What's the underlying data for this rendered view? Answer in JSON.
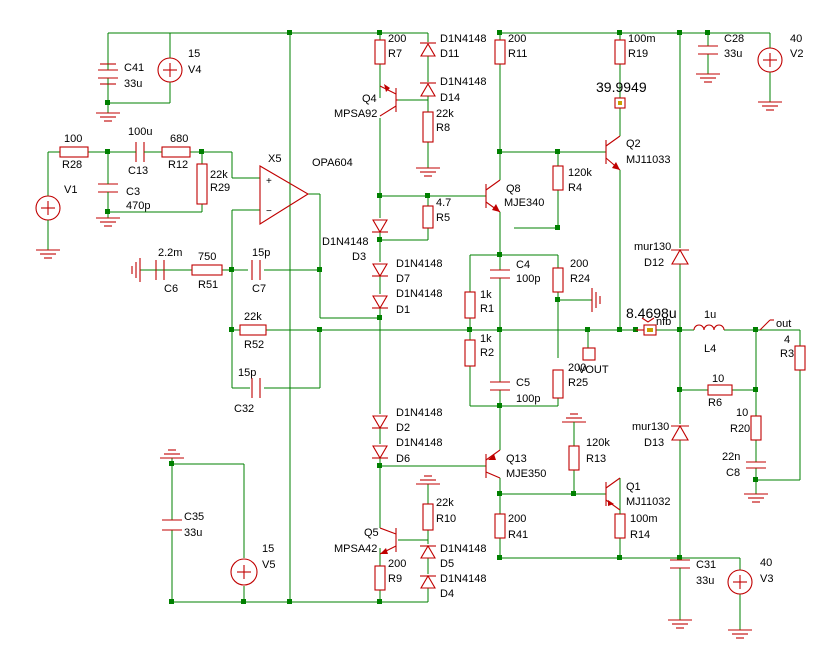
{
  "labels": {
    "V4_val": "15",
    "V4": "V4",
    "C41": "C41",
    "C41_val": "33u",
    "R28_val": "100",
    "R28": "R28",
    "V1": "V1",
    "C13_val": "100u",
    "C13": "C13",
    "R12_val": "680",
    "R12": "R12",
    "C3": "C3",
    "C3_val": "470p",
    "R29_val": "22k",
    "R29": "R29",
    "X5": "X5",
    "OPA604": "OPA604",
    "R7_val": "200",
    "R7": "R7",
    "D11_val": "D1N4148",
    "D11": "D11",
    "D14_val": "D1N4148",
    "D14": "D14",
    "Q4": "Q4",
    "MPSA92": "MPSA92",
    "R8_val": "22k",
    "R8": "R8",
    "R11_val": "200",
    "R11": "R11",
    "R19_val": "100m",
    "R19": "R19",
    "C28": "C28",
    "C28_val": "33u",
    "V2_val": "40",
    "V2": "V2",
    "probe_top": "39.9949",
    "Q2": "Q2",
    "MJ11033": "MJ11033",
    "R4_val": "120k",
    "R4": "R4",
    "Q8": "Q8",
    "MJE340": "MJE340",
    "R5_val": "4.7",
    "R5": "R5",
    "D3_val": "D1N4148",
    "D3": "D3",
    "C6_val": "2.2m",
    "C6": "C6",
    "R51_val": "750",
    "R51": "R51",
    "C7_val": "15p",
    "C7": "C7",
    "D7_val": "D1N4148",
    "D7": "D7",
    "D1_val": "D1N4148",
    "D1": "D1",
    "C4": "C4",
    "C4_val": "100p",
    "R24_val": "200",
    "R24": "R24",
    "R1_val": "1k",
    "R1": "R1",
    "mur130_top": "mur130",
    "D12": "D12",
    "probe_nfb": "8.4698u",
    "nfb": "nfb",
    "L4_val": "1u",
    "L4": "L4",
    "out": "out",
    "R52_val": "22k",
    "R52": "R52",
    "R2_val": "1k",
    "R2": "R2",
    "R3_val": "4",
    "R3": "R3",
    "VOUT": "VOUT",
    "R25_val": "200",
    "R25": "R25",
    "C32_val": "15p",
    "C32": "C32",
    "C5": "C5",
    "C5_val": "100p",
    "R6_val": "10",
    "R6": "R6",
    "R20_val": "10",
    "R20": "R20",
    "mur130_bot": "mur130",
    "D13": "D13",
    "D2_val": "D1N4148",
    "D2": "D2",
    "D6_val": "D1N4148",
    "D6": "D6",
    "R13_val": "120k",
    "R13": "R13",
    "C8_val": "22n",
    "C8": "C8",
    "Q13": "Q13",
    "MJE350": "MJE350",
    "Q1": "Q1",
    "MJ11032": "MJ11032",
    "C35": "C35",
    "C35_val": "33u",
    "R10_val": "22k",
    "R10": "R10",
    "R41_val": "200",
    "R41": "R41",
    "R14_val": "100m",
    "R14": "R14",
    "Q5": "Q5",
    "MPSA42": "MPSA42",
    "V5_val": "15",
    "V5": "V5",
    "D5_val": "D1N4148",
    "D5": "D5",
    "R9_val": "200",
    "R9": "R9",
    "D4_val": "D1N4148",
    "D4": "D4",
    "C31": "C31",
    "C31_val": "33u",
    "V3_val": "40",
    "V3": "V3"
  }
}
